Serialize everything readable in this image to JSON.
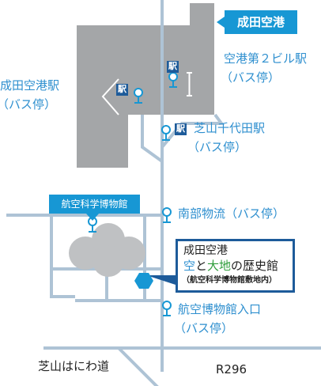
{
  "airport_tag": "成田空港",
  "station_badge": "駅",
  "stations": {
    "terminal2": {
      "name": "空港第２ビル駅",
      "sub": "（バス停）"
    },
    "narita_airport": {
      "name": "成田空港駅",
      "sub": "（バス停）"
    },
    "shibayama": {
      "name": "芝山千代田駅",
      "sub": "（バス停）"
    }
  },
  "bus_stops": {
    "nanbu": "南部物流（バス停）",
    "museum_entrance": {
      "name": "航空博物館入口",
      "sub": "（バス停）"
    }
  },
  "museum_tag": "航空科学博物館",
  "callout": {
    "line1": "成田空港",
    "line2_part1": "空",
    "line2_part2": "と",
    "line2_part3": "大地",
    "line2_part4": "の歴史館",
    "line3": "（航空科学博物館敷地内）"
  },
  "roads": {
    "haniwa": "芝山はにわ道",
    "r296": "R296"
  },
  "colors": {
    "road": "#aec3d5",
    "airport_area": "#a4a6a8",
    "building": "#bfc1c3",
    "accent": "#1797d4",
    "dark_blue": "#1d5b9a",
    "text_blue": "#2e8fcf"
  }
}
